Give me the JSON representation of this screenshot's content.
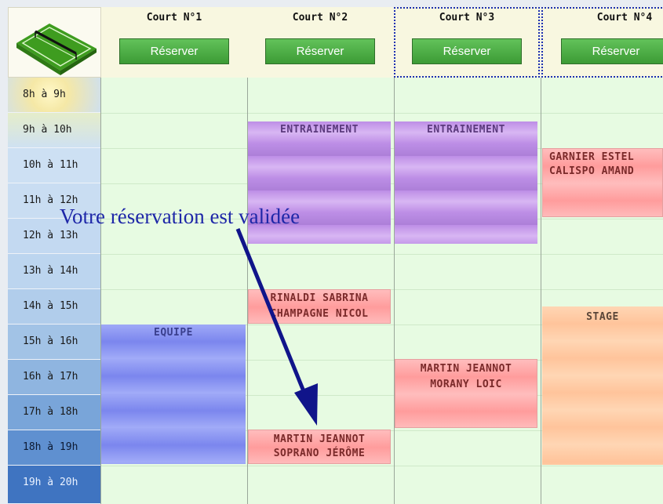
{
  "courts": [
    {
      "name": "Court N°1",
      "button": "Réserver"
    },
    {
      "name": "Court N°2",
      "button": "Réserver"
    },
    {
      "name": "Court N°3",
      "button": "Réserver"
    },
    {
      "name": "Court N°4",
      "button": "Réserver"
    }
  ],
  "time_slots": [
    "8h à 9h",
    "9h à 10h",
    "10h à 11h",
    "11h à 12h",
    "12h à 13h",
    "13h à 14h",
    "14h à 15h",
    "15h à 16h",
    "16h à 17h",
    "17h à 18h",
    "18h à 19h",
    "19h à 20h"
  ],
  "bookings": {
    "c2_training": "ENTRAINEMENT",
    "c3_training": "ENTRAINEMENT",
    "c4_line1": "GARNIER ESTEL",
    "c4_line2": "CALISPO AMAND",
    "c2_b2_line1": "RINALDI SABRINA",
    "c2_b2_line2": "CHAMPAGNE NICOL",
    "c1_team": "EQUIPE",
    "c3_b2_line1": "MARTIN JEANNOT",
    "c3_b2_line2": "MORANY LOIC",
    "c4_stage": "STAGE",
    "c2_b3_line1": "MARTIN JEANNOT",
    "c2_b3_line2": "SOPRANO JÉRÔME"
  },
  "message": "Votre réservation est validée"
}
